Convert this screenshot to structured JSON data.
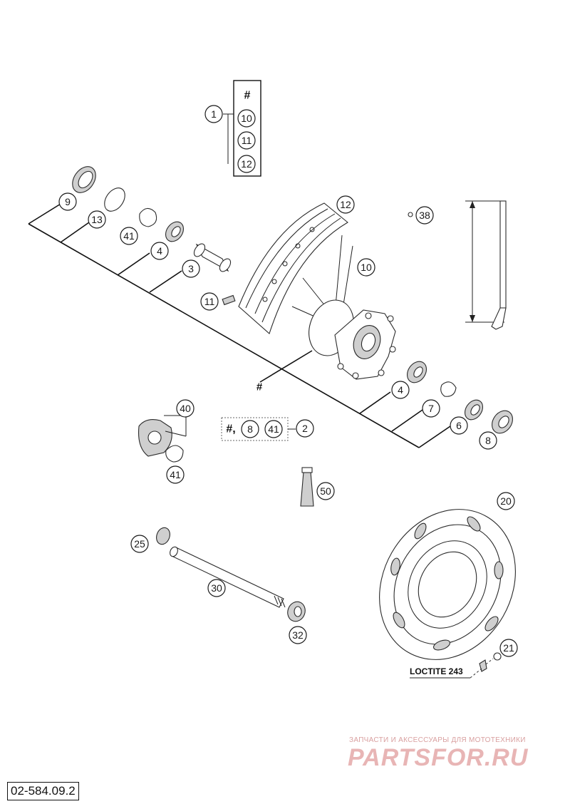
{
  "diagram_code": "02-584.09.2",
  "watermark": {
    "tagline": "ЗАПЧАСТИ И АКСЕССУАРЫ ДЛЯ МОТОТЕХНИКИ",
    "brand": "PARTSFOR.RU"
  },
  "kit_box": {
    "hash": "#",
    "items": [
      "10",
      "11",
      "12"
    ]
  },
  "kit_2_box": {
    "hash": "#,",
    "items": [
      "8",
      "41"
    ]
  },
  "hub_hash": "#",
  "loctite_label": "LOCTITE 243",
  "callouts": {
    "c1": "1",
    "c2": "2",
    "c3": "3",
    "c4a": "4",
    "c4b": "4",
    "c6": "6",
    "c7": "7",
    "c8": "8",
    "c9": "9",
    "c10": "10",
    "c11": "11",
    "c12": "12",
    "c13": "13",
    "c20": "20",
    "c21": "21",
    "c25": "25",
    "c30": "30",
    "c32": "32",
    "c38": "38",
    "c40": "40",
    "c41a": "41",
    "c41b": "41",
    "c50": "50"
  }
}
